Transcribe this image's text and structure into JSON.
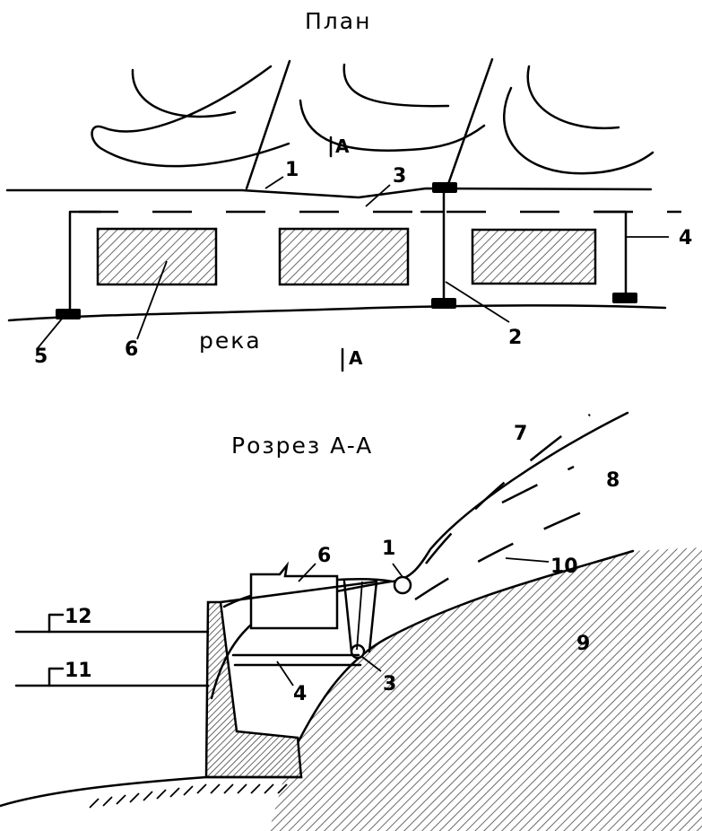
{
  "plan": {
    "title": "План",
    "river_label": "река",
    "section_mark_top": "A",
    "section_mark_bottom": "A",
    "labels": {
      "l1": "1",
      "l2": "2",
      "l3": "3",
      "l4": "4",
      "l5": "5",
      "l6": "6"
    }
  },
  "section": {
    "title": "Розрез A-A",
    "labels": {
      "l1": "1",
      "l3": "3",
      "l4": "4",
      "l6": "6",
      "l7": "7",
      "l8": "8",
      "l9": "9",
      "l10": "10",
      "l11": "11",
      "l12": "12"
    }
  }
}
